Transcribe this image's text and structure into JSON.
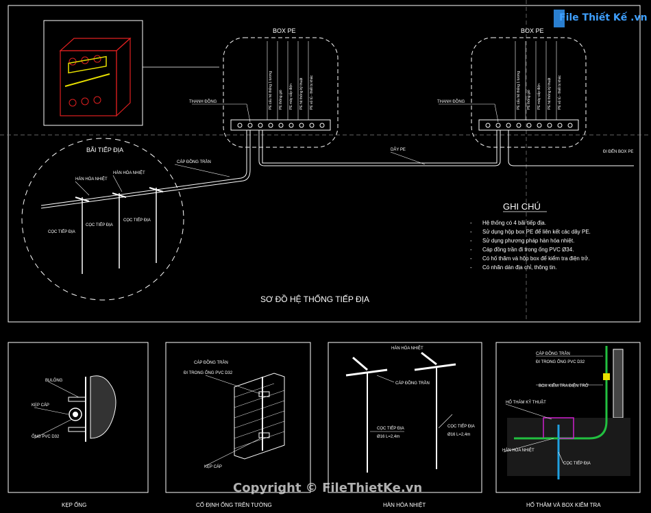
{
  "watermark_logo": "File Thiết Kế .vn",
  "watermark_copyright": "Copyright © FileThietKe.vn",
  "main": {
    "title": "SƠ ĐỒ HỆ THỐNG TIẾP ĐỊA",
    "box_pe_left": "BOX PE",
    "box_pe_right": "BOX PE",
    "thanh_dong_left": "THANH ĐỒNG",
    "thanh_dong_right": "THANH ĐỒNG",
    "pe_labels": [
      "PE cấu hệ thống 1 tương",
      "PE thông gió",
      "PE máy cấp điện",
      "PE hệ thống kỹ thuật",
      "PE vỏ tủ - thiết bị khác"
    ],
    "bai_tiep_dia": "BÃI TIẾP ĐỊA",
    "cap_dong_tran": "CÁP ĐỒNG TRẦN",
    "day_pe": "DÂY PE",
    "di_den_box_pe": "ĐI ĐẾN BOX PE",
    "han_hoa_nhiet_1": "HÀN HÓA NHIỆT",
    "han_hoa_nhiet_2": "HÀN HÓA NHIỆT",
    "coc_tiep_dia_1": "CỌC TIẾP ĐỊA",
    "coc_tiep_dia_2": "CỌC TIẾP ĐỊA",
    "coc_tiep_dia_3": "CỌC TIẾP ĐỊA"
  },
  "notes": {
    "heading": "GHI CHÚ",
    "items": [
      "Hệ thống có 4 bãi tiếp địa.",
      "Sử dụng hộp box PE để liên kết các dây PE.",
      "Sử dụng phương pháp hàn hóa nhiệt.",
      "Cáp đồng trần đi trong ống PVC Ø34.",
      "Có hố thăm và hộp box để kiểm tra điện trở.",
      "Có nhãn dán địa chỉ, thông tin."
    ]
  },
  "detail1": {
    "caption": "KẸP ỐNG",
    "bulong": "BULÔNG",
    "kep_cap": "KẸP CÁP",
    "ong_pvc": "ỐNG PVC D32"
  },
  "detail2": {
    "caption": "CỐ ĐỊNH ỐNG TRÊN TƯỜNG",
    "cap_dong_tran": "CÁP ĐỒNG TRẦN",
    "di_trong_ong": "ĐI TRONG ỐNG PVC D32",
    "kep_cap": "KẸP CÁP"
  },
  "detail3": {
    "caption": "HÀN HÓA NHIỆT",
    "han_hoa_nhiet": "HÀN HÓA NHIỆT",
    "cap_dong_tran": "CÁP ĐỒNG TRẦN",
    "coc_1": "CỌC TIẾP ĐỊA",
    "coc_1_spec": "Ø16 L=2,4m",
    "coc_2": "CỌC TIẾP ĐỊA",
    "coc_2_spec": "Ø16 L=2,4m"
  },
  "detail4": {
    "caption": "HỐ THĂM VÀ BOX KIỂM TRA",
    "cap_dong_tran": "CÁP ĐỒNG TRẦN",
    "di_trong_ong": "ĐI TRONG ỐNG PVC D32",
    "box_kiem_tra": "BOX KIỂM TRA ĐIỆN TRỞ",
    "ho_tham": "HỐ THĂM KỸ THUẬT",
    "han_hoa_nhiet": "HÀN HÓA NHIỆT",
    "coc_tiep_dia": "CỌC TIẾP ĐỊA"
  },
  "colors": {
    "background": "#000000",
    "line": "#ffffff",
    "red": "#e02020",
    "yellow": "#e8e000",
    "green": "#22c040",
    "magenta": "#d020d0",
    "cyan": "#20a0e0"
  }
}
